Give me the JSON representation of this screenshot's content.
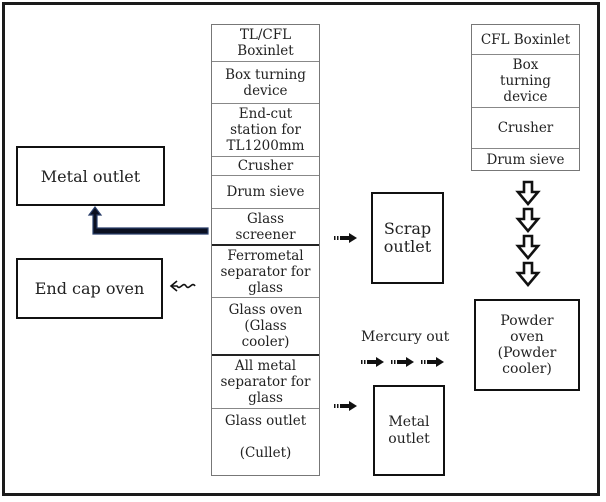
{
  "main_column": {
    "cells": [
      "TL/CFL\nBoxinlet",
      "Box turning\ndevice",
      "End-cut\nstation for\nTL1200mm",
      "Crusher",
      "Drum sieve",
      "Glass\nscreener",
      "Ferrometal\nseparator for\nglass",
      "Glass oven\n(Glass\ncooler)",
      "All metal\nseparator for\nglass",
      "Glass outlet\n\n(Cullet)"
    ]
  },
  "cfl_column": {
    "cells": [
      "CFL Boxinlet",
      "Box\nturning\ndevice",
      "Crusher",
      "Drum sieve"
    ]
  },
  "boxes": {
    "metal_outlet_left": "Metal outlet",
    "end_cap_oven": "End cap oven",
    "scrap_outlet": "Scrap\noutlet",
    "metal_outlet_right": "Metal\noutlet",
    "powder_oven": "Powder\noven\n(Powder\ncooler)"
  },
  "labels": {
    "mercury_out": "Mercury out"
  },
  "icons": {
    "elbow_arrow": "arrow-up-elbow-icon",
    "wavy_arrow": "wavy-arrow-left-icon",
    "dashed_arrow": "dashed-arrow-right-icon",
    "hollow_down_arrow": "hollow-arrow-down-icon"
  }
}
